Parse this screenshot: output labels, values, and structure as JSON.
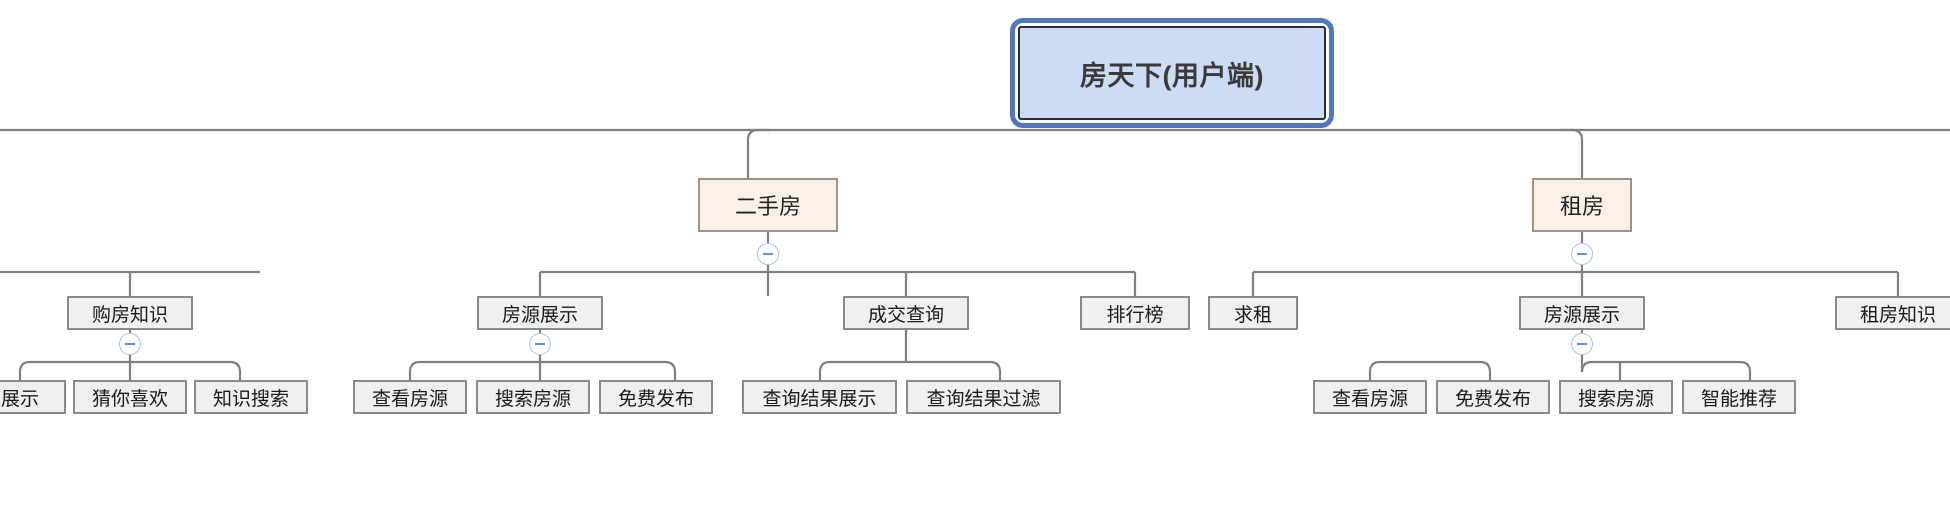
{
  "diagram": {
    "type": "mindmap-tree",
    "title": "房天下(用户端)",
    "colors": {
      "root_fill": "#ccdcf5",
      "root_selection": "#5377bd",
      "level2_fill": "#fdf1e7",
      "level3_fill": "#f0f0f0",
      "edge": "#808080",
      "toggle": "#6b8cc4"
    },
    "root": {
      "label": "房天下(用户端)"
    },
    "branches": [
      {
        "label": "购房知识",
        "children": [
          {
            "label": "展示"
          },
          {
            "label": "猜你喜欢"
          },
          {
            "label": "知识搜索"
          }
        ]
      },
      {
        "label": "二手房",
        "children": [
          {
            "label": "房源展示",
            "children": [
              {
                "label": "查看房源"
              },
              {
                "label": "搜索房源"
              },
              {
                "label": "免费发布"
              }
            ]
          },
          {
            "label": "成交查询",
            "children": [
              {
                "label": "查询结果展示"
              },
              {
                "label": "查询结果过滤"
              }
            ]
          },
          {
            "label": "排行榜",
            "children": []
          }
        ]
      },
      {
        "label": "租房",
        "children": [
          {
            "label": "求租",
            "children": []
          },
          {
            "label": "房源展示",
            "children": [
              {
                "label": "查看房源"
              },
              {
                "label": "免费发布"
              },
              {
                "label": "搜索房源"
              },
              {
                "label": "智能推荐"
              }
            ]
          },
          {
            "label": "租房知识",
            "children": []
          }
        ]
      }
    ],
    "toggles": [
      {
        "name": "collapse-toggle-ershoufang",
        "state": "expanded",
        "glyph": "minus"
      },
      {
        "name": "collapse-toggle-zufang",
        "state": "expanded",
        "glyph": "minus"
      },
      {
        "name": "collapse-toggle-gouffangzhishi",
        "state": "expanded",
        "glyph": "minus"
      },
      {
        "name": "collapse-toggle-fangyuanzhanshi-ershou",
        "state": "expanded",
        "glyph": "minus"
      },
      {
        "name": "collapse-toggle-chengjiaochaxun",
        "state": "expanded",
        "glyph": "minus"
      },
      {
        "name": "collapse-toggle-fangyuanzhanshi-zufang",
        "state": "expanded",
        "glyph": "minus"
      }
    ]
  }
}
